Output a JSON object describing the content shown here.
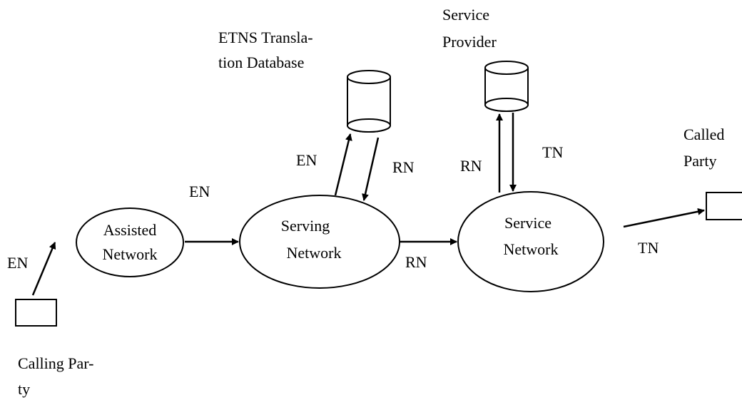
{
  "nodes": {
    "assisted_network": {
      "line1": "Assisted",
      "line2": "Network"
    },
    "serving_network": {
      "line1": "Serving",
      "line2": "Network"
    },
    "service_network": {
      "line1": "Service",
      "line2": "Network"
    },
    "etns_db": {
      "line1": "ETNS Transla-",
      "line2": "tion Database"
    },
    "service_provider": {
      "line1": "Service",
      "line2": "Provider"
    },
    "calling_party": {
      "line1": "Calling Par-",
      "line2": "ty"
    },
    "called_party": {
      "line1": "Called",
      "line2": "Party"
    }
  },
  "edge_labels": {
    "calling_to_assisted": "EN",
    "assisted_to_serving": "EN",
    "serving_to_db": "EN",
    "db_to_serving": "RN",
    "serving_to_service": "RN",
    "service_to_provider": "RN",
    "provider_to_service": "TN",
    "service_to_called": "TN"
  }
}
